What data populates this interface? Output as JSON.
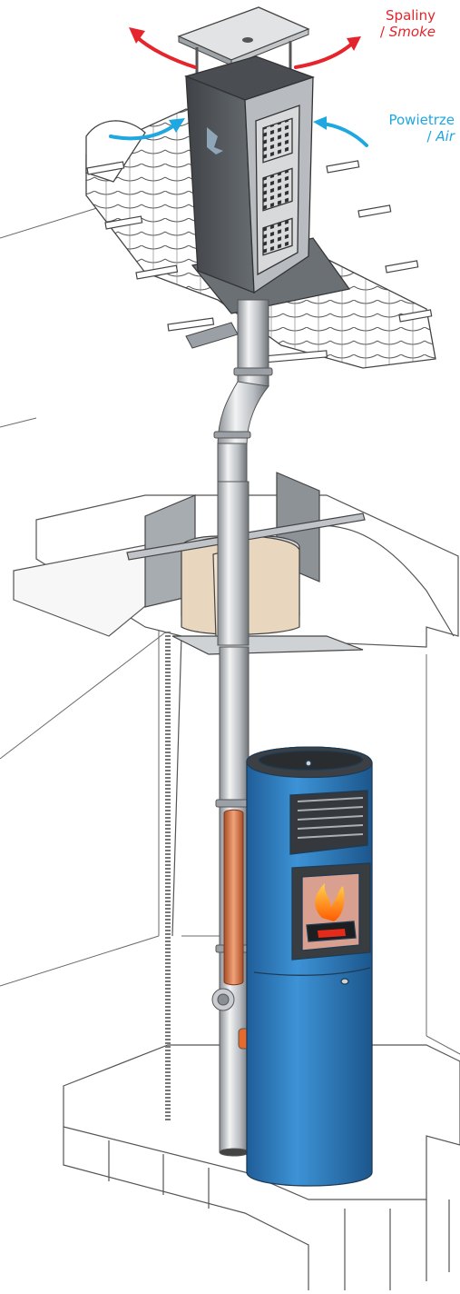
{
  "labels": {
    "smoke_pl": "Spaliny",
    "smoke_en": "Smoke",
    "air_pl": "Powietrze",
    "air_en": "Air",
    "separator": "/"
  },
  "colors": {
    "smoke_arrow": "#e5252b",
    "air_arrow": "#1ea7e1",
    "stove_body": "#2e7fc2",
    "flue_liner": "#d9774a",
    "flame": "#ff8a00"
  },
  "icons": [
    "smoke-arrow-icon",
    "air-arrow-icon",
    "flame-icon"
  ]
}
